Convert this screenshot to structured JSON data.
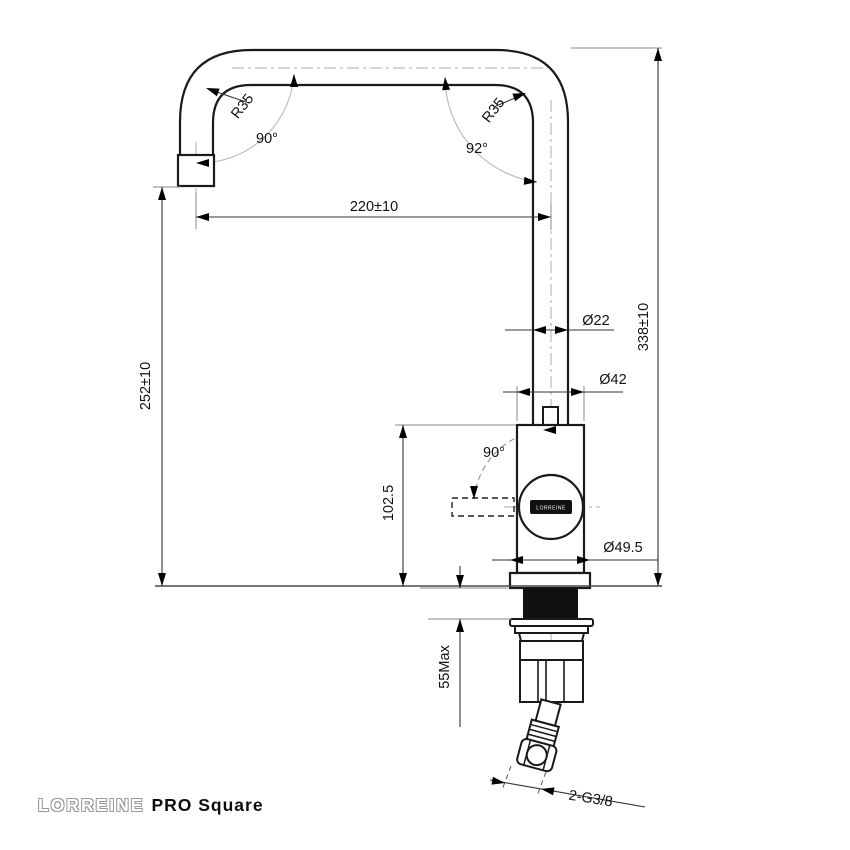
{
  "drawing": {
    "title": "faucet-technical-drawing",
    "labels": {
      "radius_left": "R35",
      "radius_right": "R35",
      "angle_spout_left": "90°",
      "angle_spout_right": "92°",
      "dim_spout_reach": "220±10",
      "dim_total_height": "338±10",
      "dim_outlet_height": "252±10",
      "dia_tube": "Ø22",
      "dia_body": "Ø42",
      "dia_base": "Ø49.5",
      "angle_handle": "90°",
      "dim_body_height": "102.5",
      "dim_counter_max": "55Max",
      "hose_thread": "2-G3/8",
      "knob_badge": "LORREINE"
    },
    "footer": {
      "brand": "LORREINE",
      "series": "PRO Square"
    },
    "colors": {
      "line": "#1a1a1a",
      "dim_line": "#333333",
      "extension": "#888888",
      "faint_arc": "#bdbdbd",
      "background": "#ffffff"
    }
  }
}
